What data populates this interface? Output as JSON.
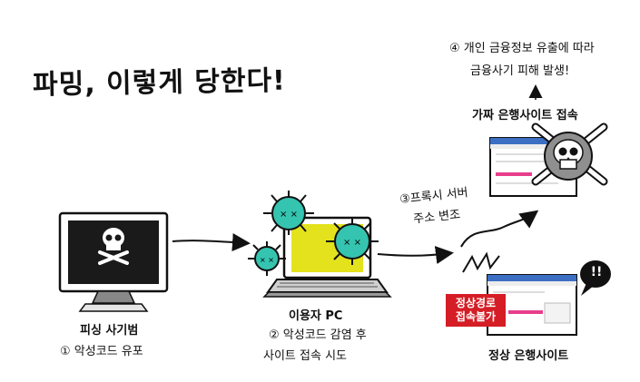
{
  "title": "파밍, 이렇게 당한다!",
  "phishing": {
    "label": "피싱 사기범",
    "step1": "① 악성코드 유포"
  },
  "user_pc": {
    "label": "이용자 PC",
    "step2_line1": "② 악성코드 감염 후",
    "step2_line2": "사이트 접속 시도"
  },
  "proxy": {
    "line1": "③프록시 서버",
    "line2": "주소 변조"
  },
  "fake_site": {
    "label": "가짜 은행사이트 접속",
    "step4_line1": "④ 개인 금융정보 유출에 따라",
    "step4_line2": "금융사기 피해 발생!"
  },
  "real_site": {
    "label": "정상 은행사이트",
    "blocked_line1": "정상경로",
    "blocked_line2": "접속불가",
    "speech": "!!"
  },
  "colors": {
    "virus": "#35c4b0",
    "pc_screen": "#e3e21c",
    "blocked_red": "#d51d25",
    "browser_bar": "#3c6fc4",
    "pink_bar": "#e83e8c"
  }
}
